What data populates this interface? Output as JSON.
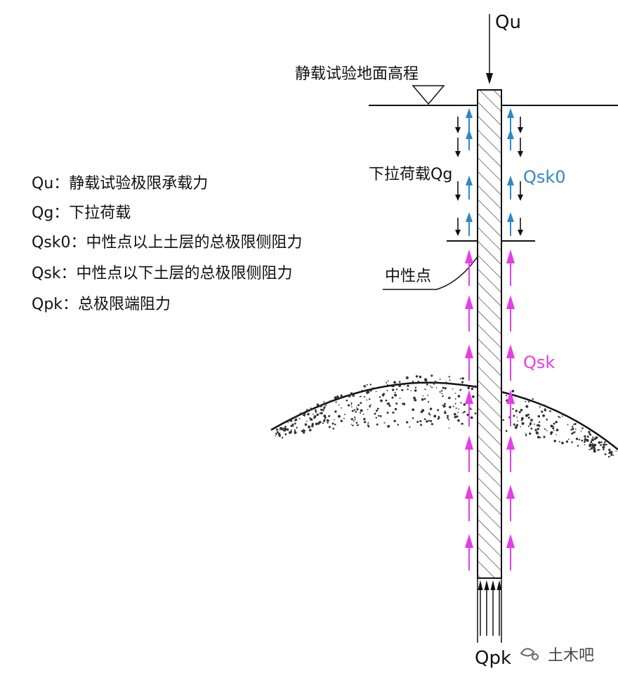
{
  "diagram": {
    "top_load_label": "Qu",
    "ground_label": "静载试验地面高程",
    "downdrag_label": "下拉荷载Qg",
    "qsk0_label": "Qsk0",
    "neutral_point_label": "中性点",
    "qsk_label": "Qsk",
    "tip_label": "Qpk",
    "watermark": "土木吧"
  },
  "legend": [
    {
      "text": "Qu：静载试验极限承载力"
    },
    {
      "text": "Qg：下拉荷载"
    },
    {
      "text": "Qsk0：中性点以上土层的总极限侧阻力"
    },
    {
      "text": "Qsk：中性点以下土层的总极限侧阻力"
    },
    {
      "text": "Qpk：总极限端阻力"
    }
  ],
  "colors": {
    "line": "#111111",
    "qsk0_arrow": "#2f86c8",
    "qsk_arrow": "#e53ee5",
    "soil_dot": "#333333"
  }
}
